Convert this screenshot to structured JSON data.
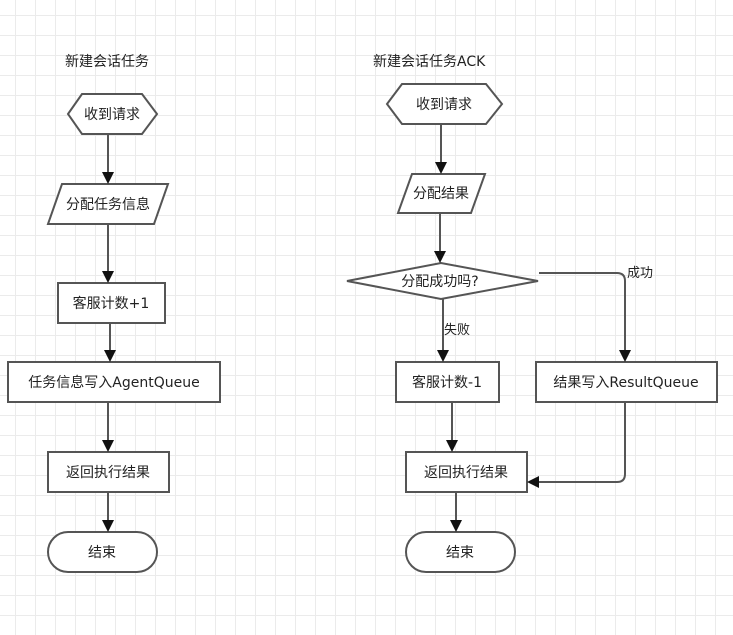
{
  "diagram": {
    "flows": [
      {
        "id": "create-session",
        "title": "新建会话任务",
        "nodes": [
          {
            "id": "L1",
            "type": "hexagon",
            "label": "收到请求"
          },
          {
            "id": "L2",
            "type": "parallelogram",
            "label": "分配任务信息"
          },
          {
            "id": "L3",
            "type": "rect",
            "label": "客服计数+1"
          },
          {
            "id": "L4",
            "type": "rect",
            "label": "任务信息写入AgentQueue"
          },
          {
            "id": "L5",
            "type": "rect",
            "label": "返回执行结果"
          },
          {
            "id": "L6",
            "type": "terminator",
            "label": "结束"
          }
        ],
        "edges": [
          {
            "from": "L1",
            "to": "L2",
            "label": ""
          },
          {
            "from": "L2",
            "to": "L3",
            "label": ""
          },
          {
            "from": "L3",
            "to": "L4",
            "label": ""
          },
          {
            "from": "L4",
            "to": "L5",
            "label": ""
          },
          {
            "from": "L5",
            "to": "L6",
            "label": ""
          }
        ]
      },
      {
        "id": "create-session-ack",
        "title": "新建会话任务ACK",
        "nodes": [
          {
            "id": "R1",
            "type": "hexagon",
            "label": "收到请求"
          },
          {
            "id": "R2",
            "type": "parallelogram",
            "label": "分配结果"
          },
          {
            "id": "R3",
            "type": "diamond",
            "label": "分配成功吗?"
          },
          {
            "id": "R4",
            "type": "rect",
            "label": "客服计数-1"
          },
          {
            "id": "R5",
            "type": "rect",
            "label": "结果写入ResultQueue"
          },
          {
            "id": "R6",
            "type": "rect",
            "label": "返回执行结果"
          },
          {
            "id": "R7",
            "type": "terminator",
            "label": "结束"
          }
        ],
        "edges": [
          {
            "from": "R1",
            "to": "R2",
            "label": ""
          },
          {
            "from": "R2",
            "to": "R3",
            "label": ""
          },
          {
            "from": "R3",
            "to": "R4",
            "label": "失败"
          },
          {
            "from": "R3",
            "to": "R5",
            "label": "成功"
          },
          {
            "from": "R4",
            "to": "R6",
            "label": ""
          },
          {
            "from": "R5",
            "to": "R6",
            "label": ""
          },
          {
            "from": "R6",
            "to": "R7",
            "label": ""
          }
        ]
      }
    ]
  },
  "colors": {
    "background": "#ffffff",
    "grid": "#ebebeb",
    "stroke": "#555555",
    "arrowhead": "#111111",
    "text": "#222222"
  }
}
